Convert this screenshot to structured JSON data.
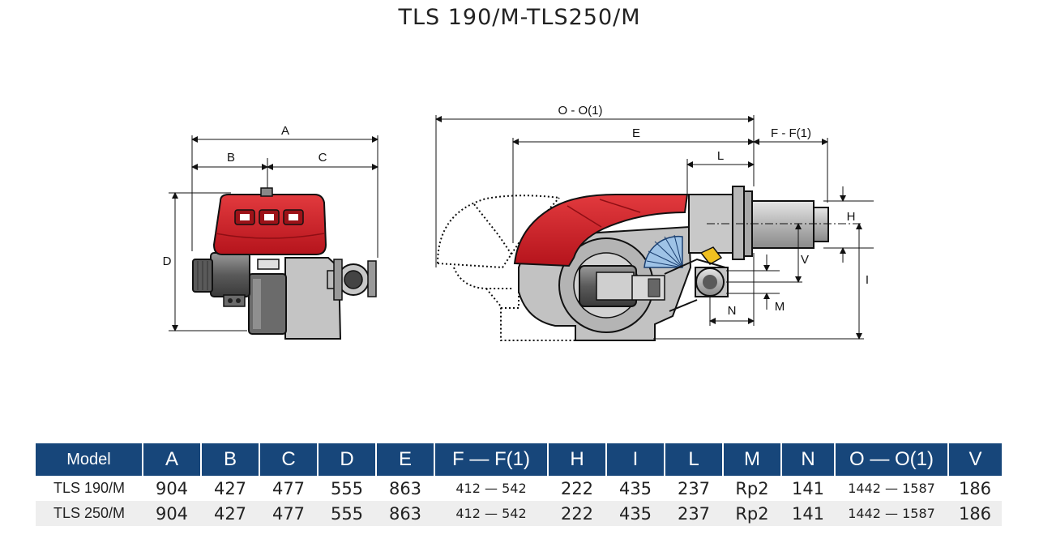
{
  "title": "TLS 190/M-TLS250/M",
  "diagram_labels": {
    "A": "A",
    "B": "B",
    "C": "C",
    "D": "D",
    "O_O1": "O - O(1)",
    "E": "E",
    "L": "L",
    "F_F1": "F - F(1)",
    "H": "H",
    "V": "V",
    "I": "I",
    "N": "N",
    "M": "M"
  },
  "colors": {
    "header_bg": "#17467a",
    "burner_red": "#d5202a",
    "body_grey": "#bdbdbd"
  },
  "table": {
    "headers": [
      "Model",
      "A",
      "B",
      "C",
      "D",
      "E",
      "F — F(1)",
      "H",
      "I",
      "L",
      "M",
      "N",
      "O — O(1)",
      "V"
    ],
    "rows": [
      [
        "TLS 190/M",
        "904",
        "427",
        "477",
        "555",
        "863",
        "412 — 542",
        "222",
        "435",
        "237",
        "Rp2",
        "141",
        "1442 — 1587",
        "186"
      ],
      [
        "TLS 250/M",
        "904",
        "427",
        "477",
        "555",
        "863",
        "412 — 542",
        "222",
        "435",
        "237",
        "Rp2",
        "141",
        "1442 — 1587",
        "186"
      ]
    ]
  }
}
